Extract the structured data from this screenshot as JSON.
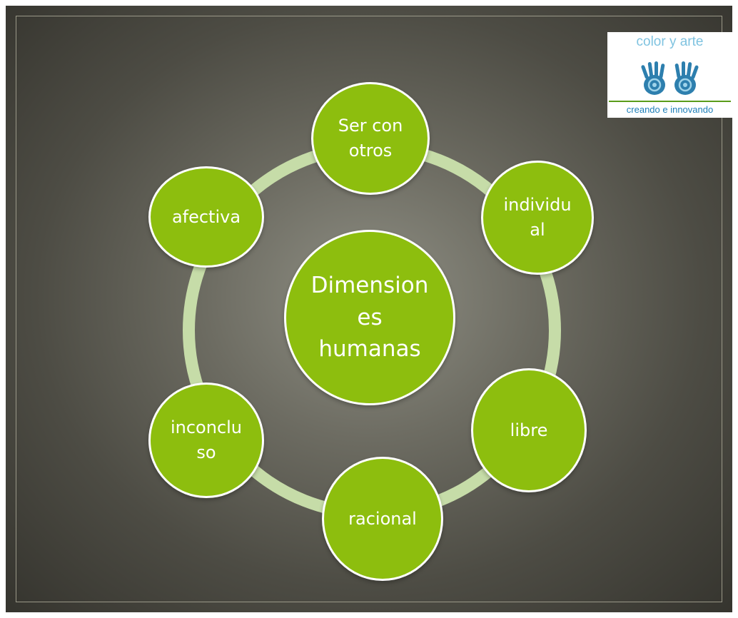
{
  "diagram": {
    "center": "Dimension\nes\nhumanas",
    "nodes": {
      "ser_con_otros": "Ser con\notros",
      "individual": "individu\nal",
      "libre": "libre",
      "racional": "racional",
      "inconcluso": "inconclu\nso",
      "afectiva": "afectiva"
    }
  },
  "logo": {
    "title": "color y arte",
    "tagline": "creando e innovando",
    "icon": "hands-icon"
  },
  "colors": {
    "node_fill": "#8dbe0e",
    "ring": "#c6dca8",
    "background": "#5a594f",
    "logo_title": "#7fc3e0",
    "logo_tagline": "#1e7fb8"
  }
}
